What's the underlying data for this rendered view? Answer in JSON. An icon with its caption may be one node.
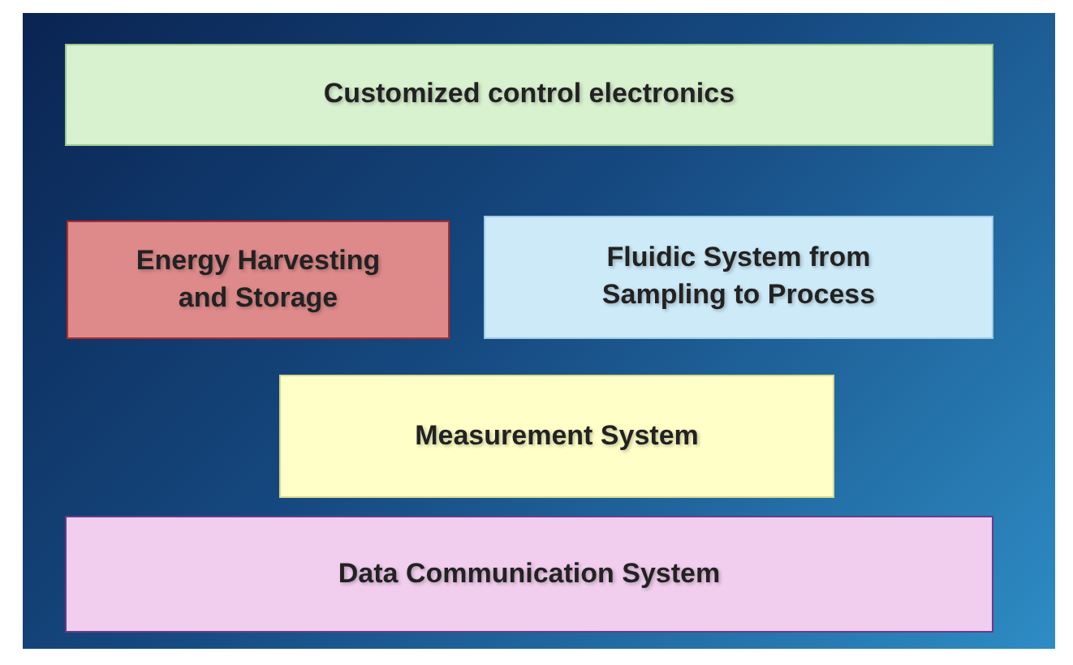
{
  "diagram": {
    "nodes": [
      {
        "text": [],
        "shape": "box"
      },
      {
        "text": [
          "Customized control electronics"
        ],
        "in": 0
      },
      {
        "text": [
          "Energy Harvesting and Storage"
        ],
        "in": 0
      },
      {
        "text": [
          "Fluidic System from Sampling to Process"
        ],
        "in": 0
      },
      {
        "text": [
          "Measurement System"
        ],
        "in": 0
      },
      {
        "text": [
          "Data Communication System"
        ],
        "in": 0
      }
    ]
  }
}
